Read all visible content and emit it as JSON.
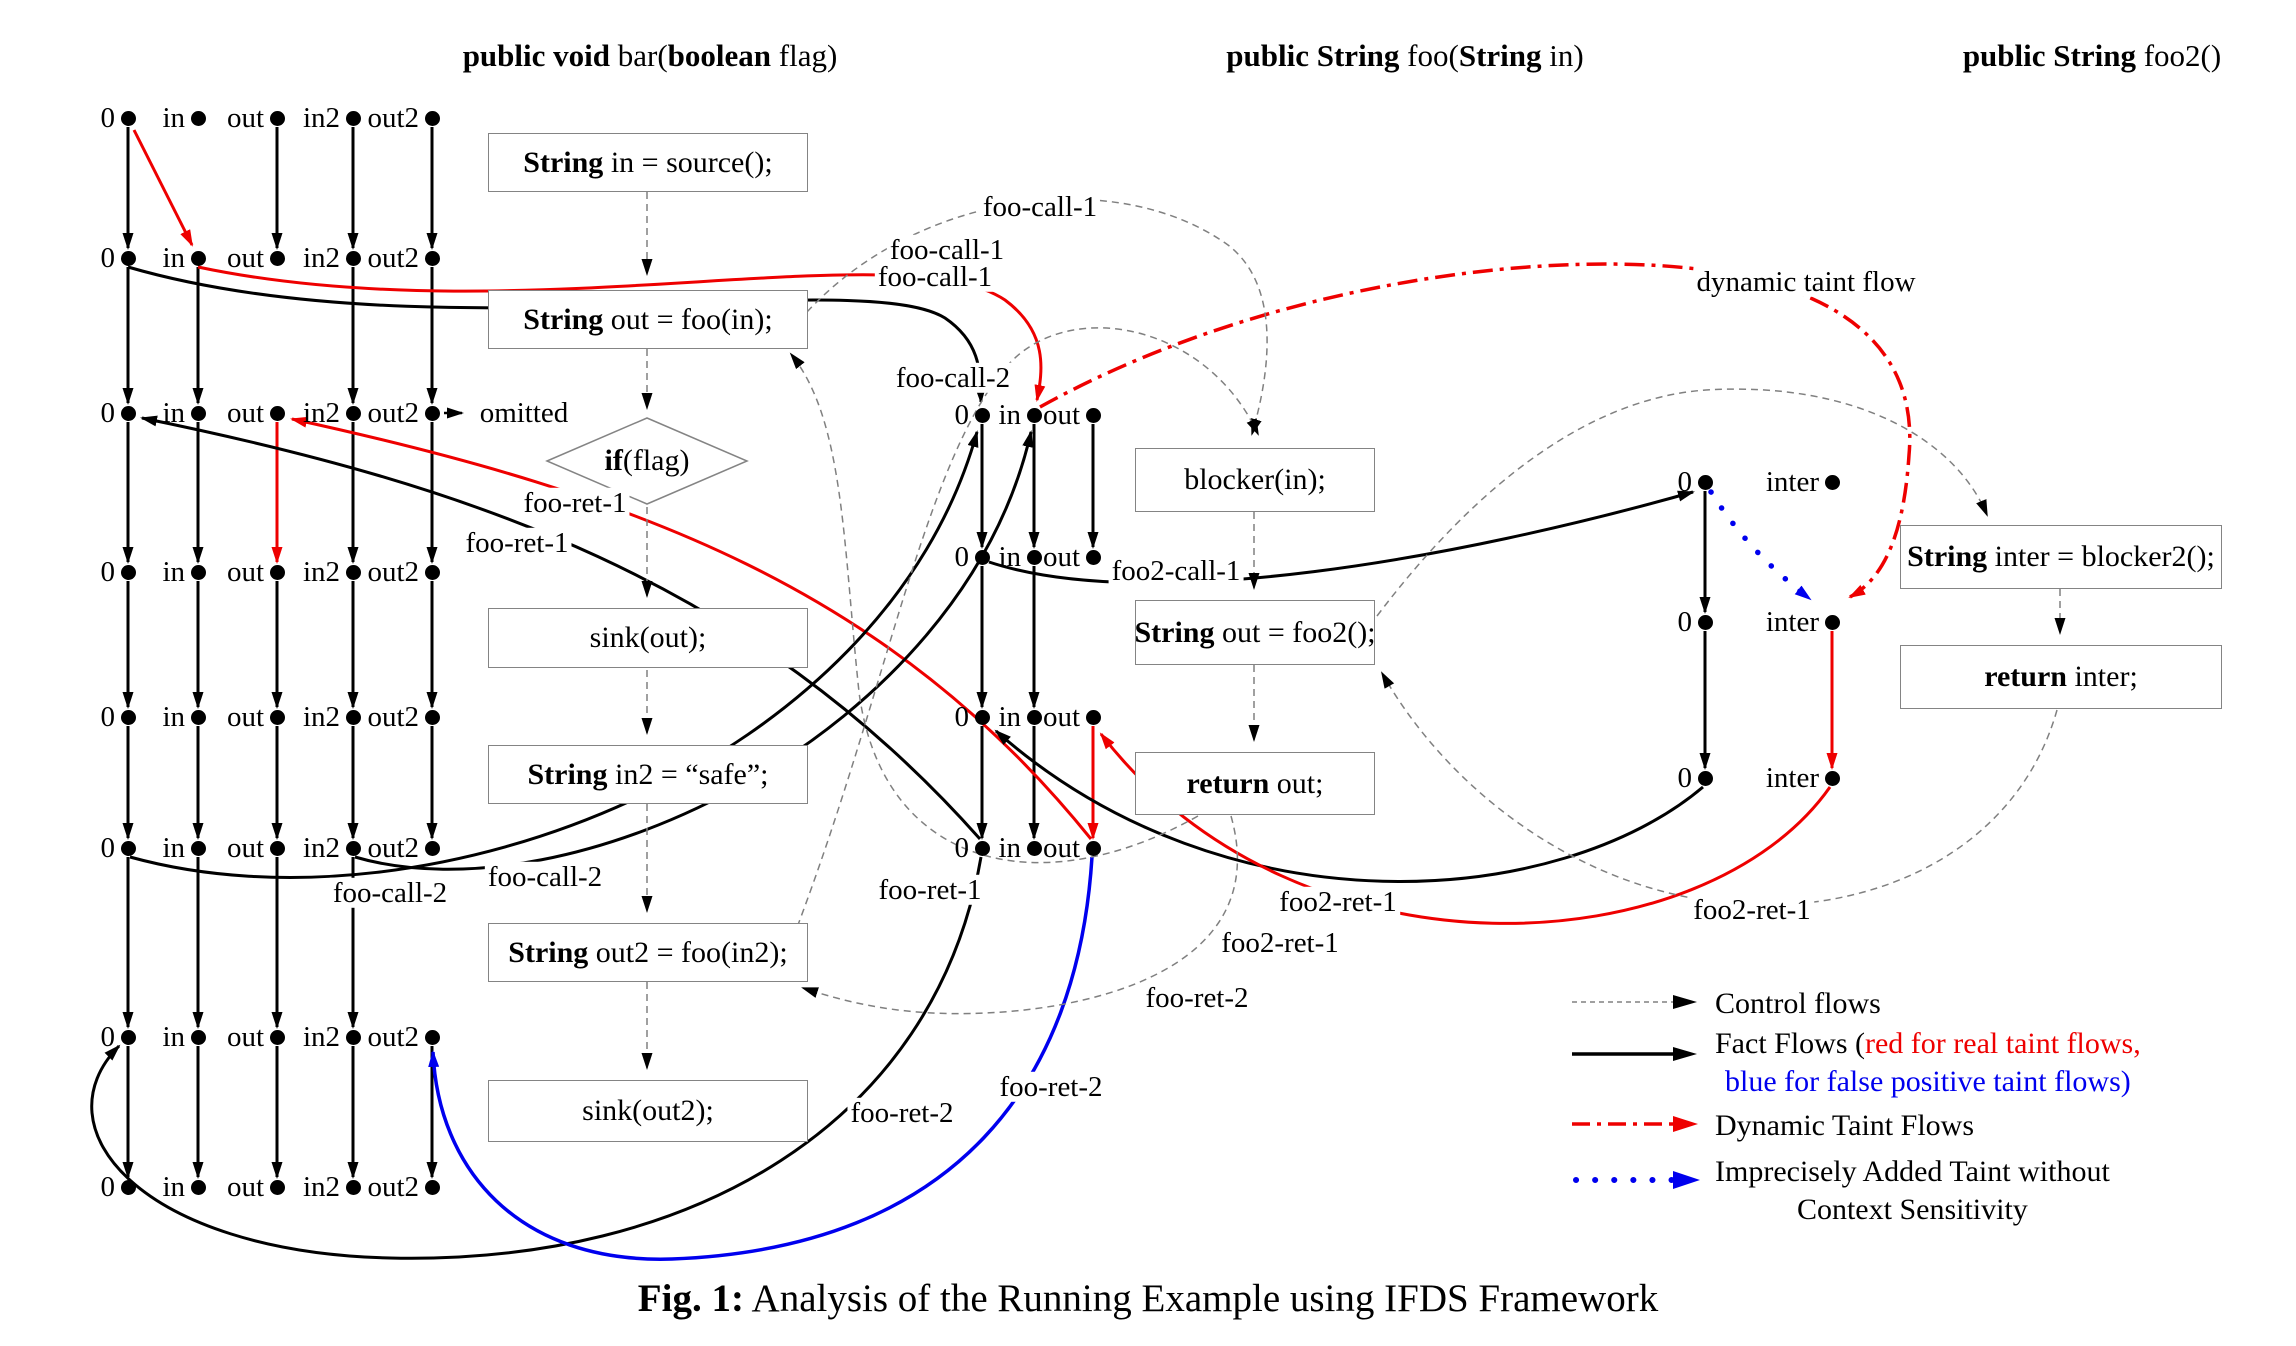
{
  "colors": {
    "red": "#ee0000",
    "blue": "#0000ee",
    "black": "#000000",
    "gray": "#808080"
  },
  "functions": [
    {
      "id": "bar",
      "signature": [
        {
          "t": "public void ",
          "b": 1
        },
        {
          "t": "bar(",
          "b": 0
        },
        {
          "t": "boolean",
          "b": 1
        },
        {
          "t": " flag)",
          "b": 0
        }
      ],
      "fact_labels": [
        "0",
        "in",
        "out",
        "in2",
        "out2"
      ],
      "statements": [
        [
          {
            "t": "String",
            "b": 1
          },
          {
            "t": " in = source();",
            "b": 0
          }
        ],
        [
          {
            "t": "String",
            "b": 1
          },
          {
            "t": " out = foo(in);",
            "b": 0
          }
        ],
        [
          {
            "t": "if",
            "b": 1
          },
          {
            "t": "(flag)",
            "b": 0
          }
        ],
        [
          {
            "t": "sink(out);",
            "b": 0
          }
        ],
        [
          {
            "t": "String",
            "b": 1
          },
          {
            "t": " in2 = “safe”;",
            "b": 0
          }
        ],
        [
          {
            "t": "String",
            "b": 1
          },
          {
            "t": " out2 = foo(in2);",
            "b": 0
          }
        ],
        [
          {
            "t": "sink(out2);",
            "b": 0
          }
        ]
      ]
    },
    {
      "id": "foo",
      "signature": [
        {
          "t": "public String ",
          "b": 1
        },
        {
          "t": "foo(",
          "b": 0
        },
        {
          "t": "String",
          "b": 1
        },
        {
          "t": " in)",
          "b": 0
        }
      ],
      "fact_labels": [
        "0",
        "in",
        "out"
      ],
      "statements": [
        [
          {
            "t": "blocker(in);",
            "b": 0
          }
        ],
        [
          {
            "t": "String",
            "b": 1
          },
          {
            "t": " out = foo2();",
            "b": 0
          }
        ],
        [
          {
            "t": "return",
            "b": 1
          },
          {
            "t": " out;",
            "b": 0
          }
        ]
      ]
    },
    {
      "id": "foo2",
      "signature": [
        {
          "t": "public String ",
          "b": 1
        },
        {
          "t": "foo2()",
          "b": 0
        }
      ],
      "fact_labels": [
        "0",
        "inter"
      ],
      "statements": [
        [
          {
            "t": "String",
            "b": 1
          },
          {
            "t": " inter = blocker2();",
            "b": 0
          }
        ],
        [
          {
            "t": "return",
            "b": 1
          },
          {
            "t": " inter;",
            "b": 0
          }
        ]
      ]
    }
  ],
  "edge_labels": [
    {
      "text": "foo-call-1"
    },
    {
      "text": "foo-call-1"
    },
    {
      "text": "foo-call-1"
    },
    {
      "text": "foo-call-2"
    },
    {
      "text": "omitted"
    },
    {
      "text": "foo-ret-1"
    },
    {
      "text": "foo-ret-1"
    },
    {
      "text": "foo-call-2"
    },
    {
      "text": "foo-call-2"
    },
    {
      "text": "foo-ret-1"
    },
    {
      "text": "foo2-call-1"
    },
    {
      "text": "foo-ret-2"
    },
    {
      "text": "foo-ret-2"
    },
    {
      "text": "foo-ret-2"
    },
    {
      "text": "foo2-ret-1"
    },
    {
      "text": "foo2-ret-1"
    },
    {
      "text": "foo2-ret-1"
    },
    {
      "text": "dynamic taint flow"
    }
  ],
  "legend": {
    "items": [
      {
        "name": "control-flows",
        "lines": [
          [
            {
              "t": "Control flows"
            }
          ]
        ]
      },
      {
        "name": "fact-flows",
        "lines": [
          [
            {
              "t": "Fact Flows ("
            },
            {
              "t": "red for real taint flows,",
              "c": "red"
            }
          ],
          [
            {
              "t": "blue for false positive taint flows)",
              "c": "blue"
            }
          ]
        ]
      },
      {
        "name": "dynamic-taint-flows",
        "lines": [
          [
            {
              "t": "Dynamic Taint Flows"
            }
          ]
        ]
      },
      {
        "name": "imprecise-taint",
        "lines": [
          [
            {
              "t": "Imprecisely Added Taint without"
            }
          ],
          [
            {
              "t": "Context Sensitivity"
            }
          ]
        ]
      }
    ]
  },
  "caption": {
    "prefix": "Fig. 1:",
    "text": " Analysis of the Running Example using IFDS Framework"
  }
}
